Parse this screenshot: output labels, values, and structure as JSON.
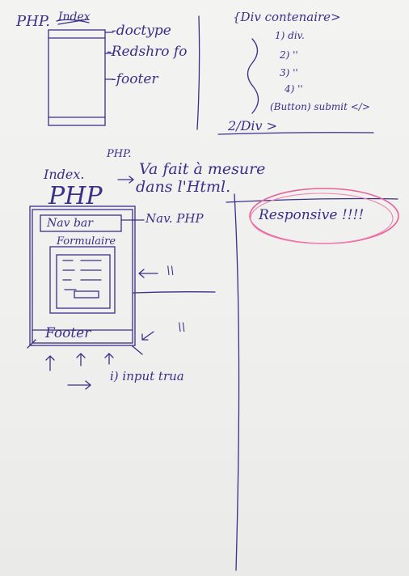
{
  "top_left": {
    "php_label": "PHP.",
    "struck_word": "Index",
    "items": [
      "-doctype",
      "-Redshro fo",
      "-footer"
    ]
  },
  "top_right": {
    "container_open": "{Div contenaire>",
    "divs": [
      "1) div.",
      "2) ''",
      "3) ''",
      "4) ''"
    ],
    "button": "(Button) submit </>",
    "container_close": "2/Div >"
  },
  "middle": {
    "php_small": "PHP.",
    "index": "Index.",
    "arrow_text": "Va fait à mesure",
    "arrow_text_2": "dans l'Html.",
    "php_big": "PHP"
  },
  "mockup": {
    "navbar": "Nav bar",
    "nav_php": "Nav. PHP",
    "form": "Formulaire",
    "footer": "Footer",
    "quote_1": "\\\\",
    "quote_2": "\\\\"
  },
  "bottom": {
    "input_text": "i) input trua"
  },
  "right": {
    "responsive": "Responsive !!!!"
  },
  "colors": {
    "ink": "#3a2f8a",
    "highlight": "#d6336c",
    "paper": "#f1f1ef"
  }
}
